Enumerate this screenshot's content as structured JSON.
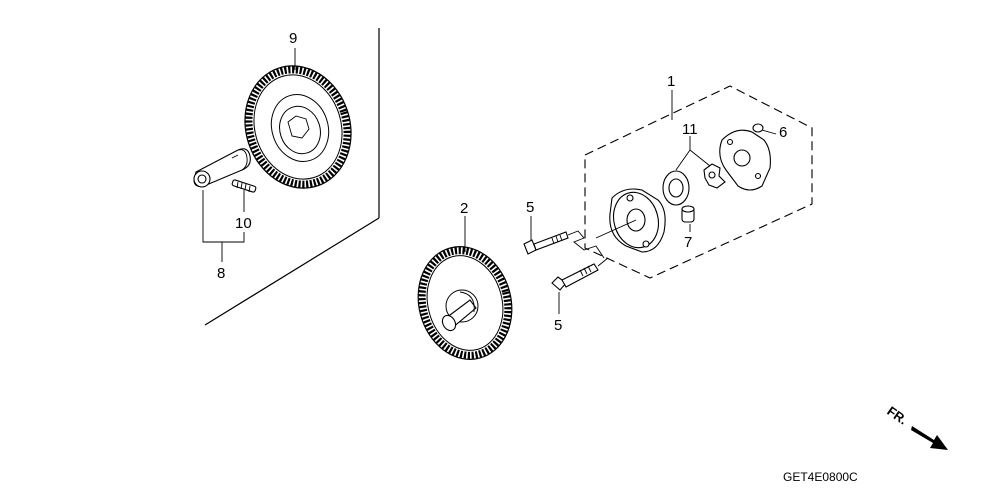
{
  "diagram": {
    "callouts": [
      {
        "id": "9",
        "label": "9"
      },
      {
        "id": "10",
        "label": "10"
      },
      {
        "id": "8",
        "label": "8"
      },
      {
        "id": "2",
        "label": "2"
      },
      {
        "id": "5a",
        "label": "5"
      },
      {
        "id": "5b",
        "label": "5"
      },
      {
        "id": "1",
        "label": "1"
      },
      {
        "id": "11",
        "label": "11"
      },
      {
        "id": "6",
        "label": "6"
      },
      {
        "id": "7",
        "label": "7"
      }
    ],
    "front_arrow_label": "FR.",
    "drawing_code": "GET4E0800C"
  }
}
